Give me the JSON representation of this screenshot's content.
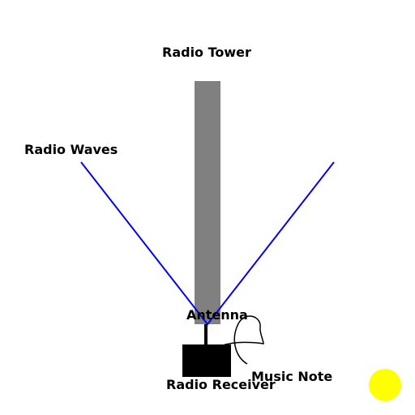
{
  "labels": {
    "tower": "Radio Tower",
    "waves": "Radio Waves",
    "antenna": "Antenna",
    "receiver": "Radio Receiver",
    "music_note": "Music Note"
  },
  "colors": {
    "tower": "#808080",
    "waves": "#0000ff",
    "receiver": "#000000",
    "sun": "#ffff00",
    "background": "#ffffff"
  },
  "icons": {
    "music_note": "music-note-icon",
    "sun": "sun-icon"
  }
}
